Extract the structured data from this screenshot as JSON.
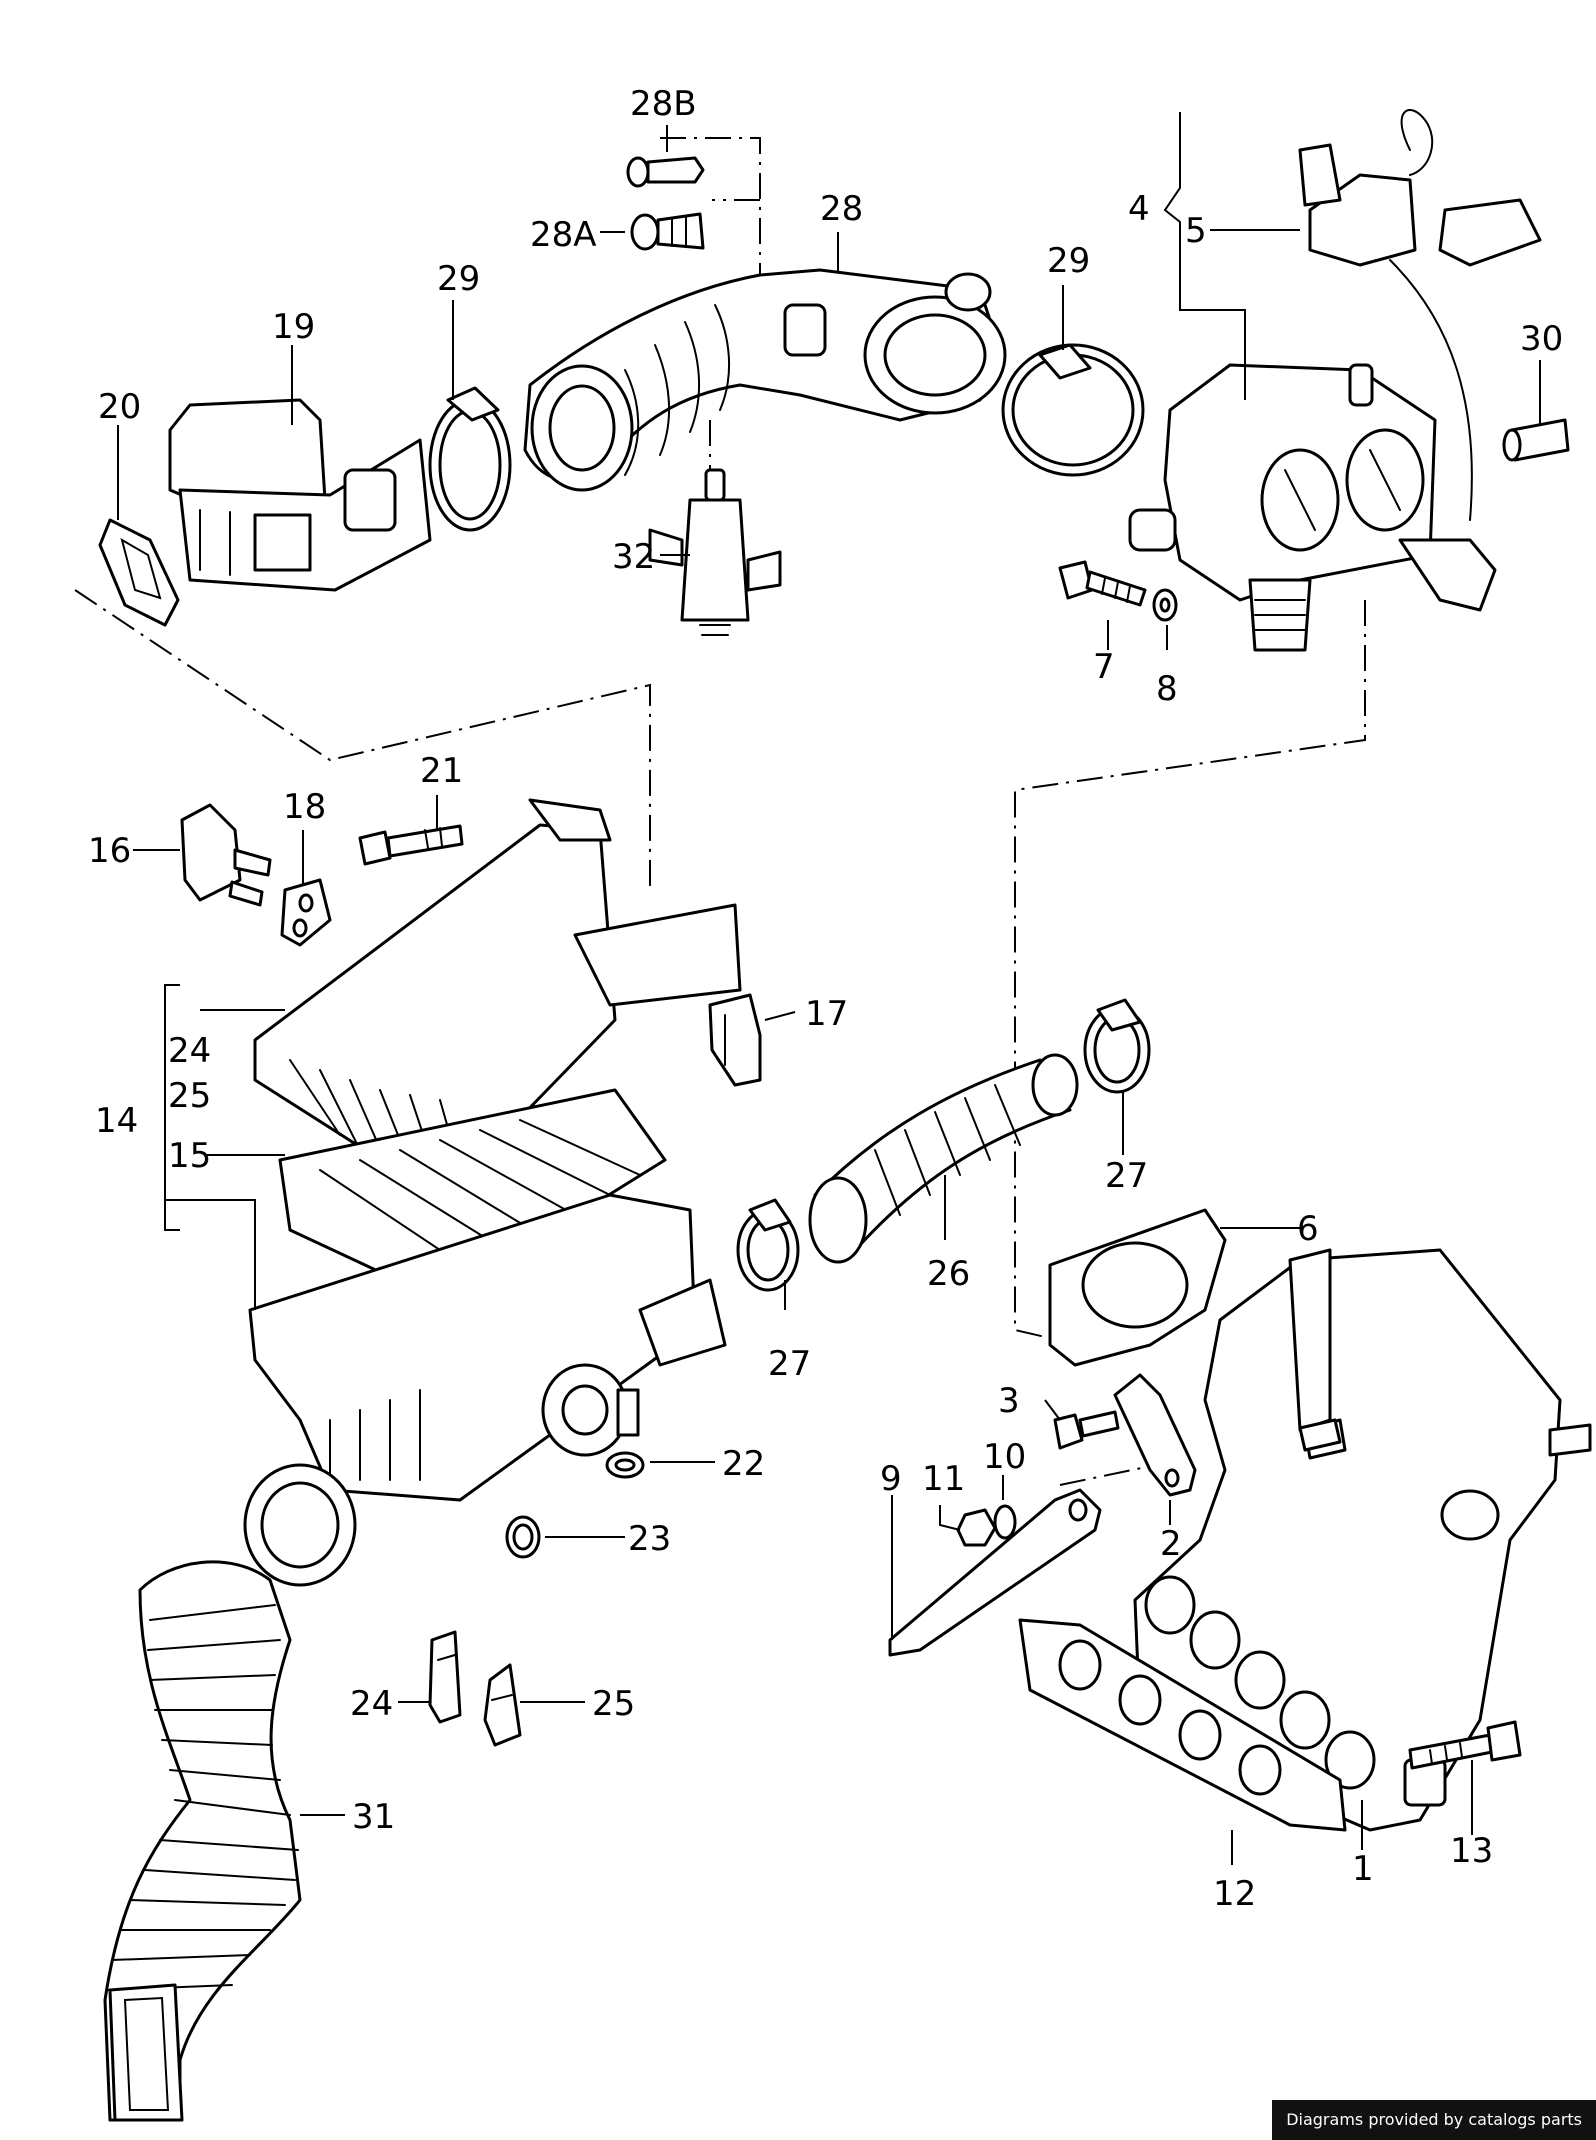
{
  "callouts": {
    "c28B": "28B",
    "c28A": "28A",
    "c28": "28",
    "c29a": "29",
    "c29b": "29",
    "c4": "4",
    "c5": "5",
    "c30": "30",
    "c19": "19",
    "c20": "20",
    "c32": "32",
    "c7": "7",
    "c8": "8",
    "c21": "21",
    "c16": "16",
    "c18": "18",
    "c17": "17",
    "c24a": "24",
    "c25a": "25",
    "c14": "14",
    "c15": "15",
    "c27a": "27",
    "c27b": "27",
    "c26": "26",
    "c6": "6",
    "c22": "22",
    "c23": "23",
    "c3": "3",
    "c10": "10",
    "c11": "11",
    "c9": "9",
    "c2": "2",
    "c24b": "24",
    "c25b": "25",
    "c31": "31",
    "c12": "12",
    "c1": "1",
    "c13": "13"
  },
  "footer": {
    "credit": "Diagrams provided by catalogs parts"
  },
  "colors": {
    "ink": "#000000",
    "paper": "#ffffff",
    "credit_bg": "#111111"
  }
}
